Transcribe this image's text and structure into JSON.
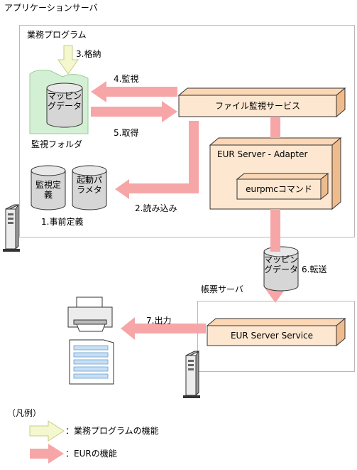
{
  "diagram": {
    "app_server_label": "アプリケーションサーバ",
    "business_program_label": "業務プログラム",
    "store_step": "3.格納",
    "monitor_step": "4.監視",
    "acquire_step": "5.取得",
    "read_step": "2.読み込み",
    "transfer_step": "6.転送",
    "output_step": "7.出力",
    "monitor_folder_label": "監視フォルダ",
    "mapping_data_label": "マッピングデータ",
    "monitor_def_label": "監視定義",
    "startup_param_label": "起動パラメタ",
    "predefinition_label": "1.事前定義",
    "file_monitor_service": "ファイル監視サービス",
    "eur_adapter": "EUR Server - Adapter",
    "eurpmc_command": "eurpmcコマンド",
    "form_server_label": "帳票サーバ",
    "eur_service": "EUR Server Service",
    "legend_title": "（凡例）",
    "legend_business": "：業務プログラムの機能",
    "legend_eur": "：EURの機能"
  },
  "colors": {
    "eur_arrow": "#f7a6a8",
    "business_arrow": "#f5f7cf",
    "box_fill": "#fde7d1",
    "folder_fill": "#d4f0d4"
  }
}
